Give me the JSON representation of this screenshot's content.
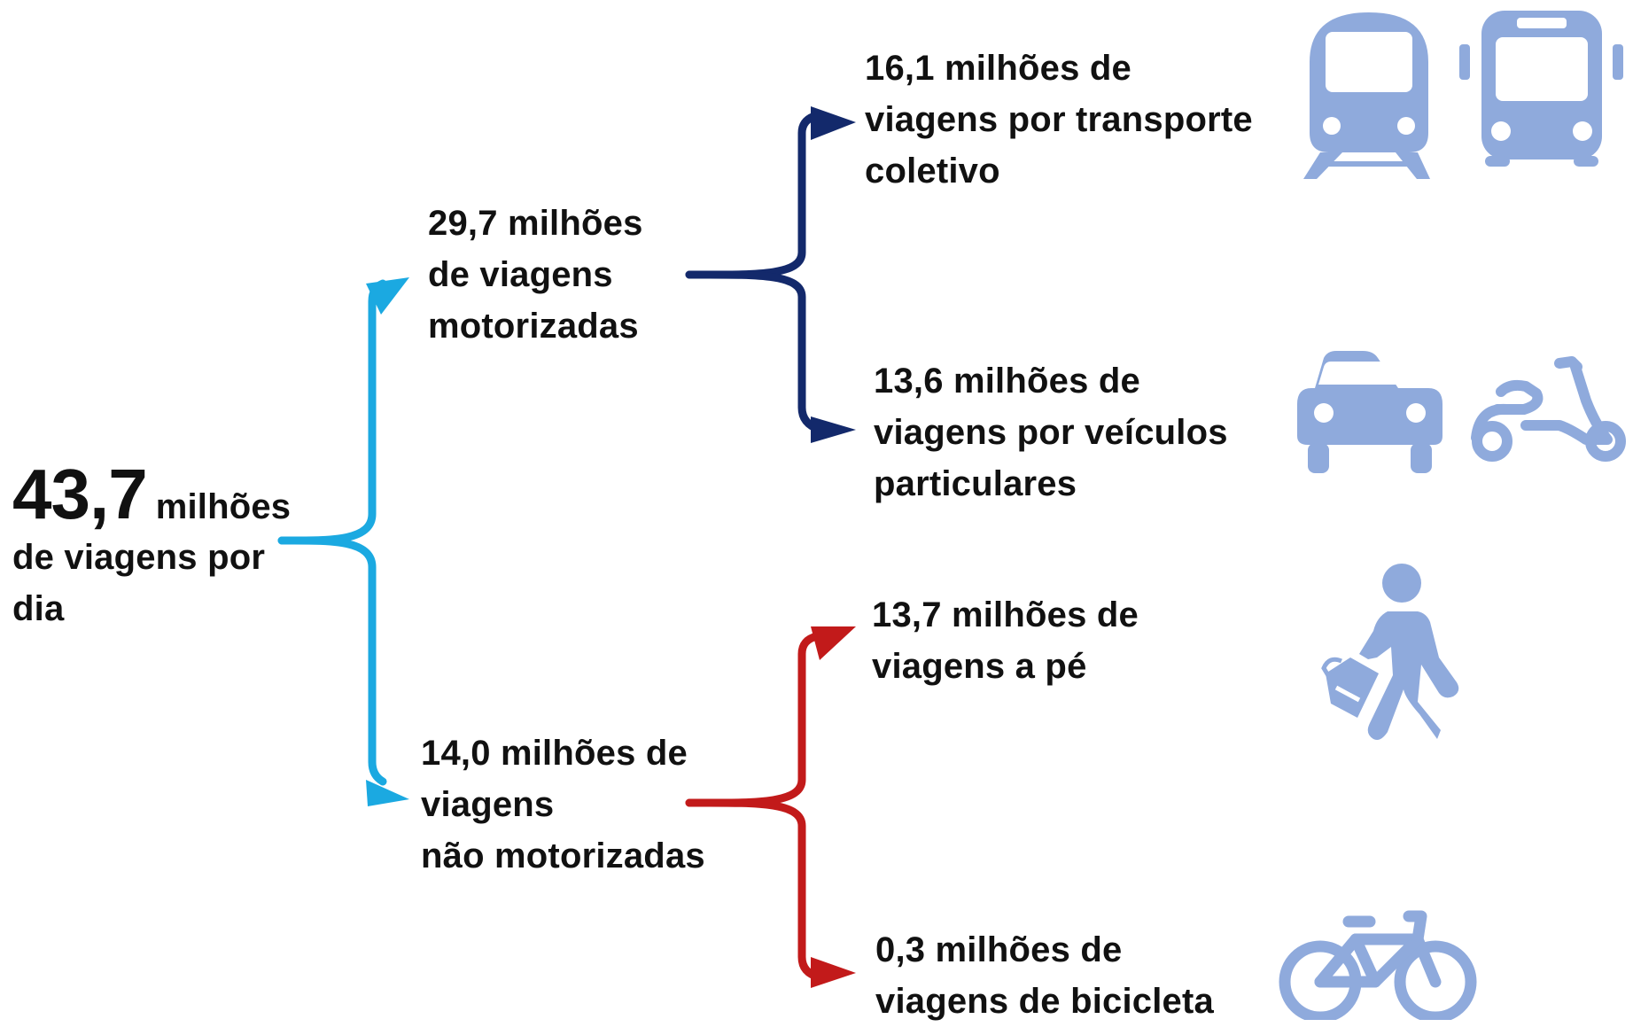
{
  "total": {
    "value": "43,7",
    "unit": "milhões",
    "rest": [
      "de viagens por",
      "dia"
    ]
  },
  "motorized": {
    "lines": [
      "29,7 milhões",
      "de viagens",
      "motorizadas"
    ]
  },
  "non_motorized": {
    "lines": [
      "14,0 milhões de",
      "viagens",
      "não motorizadas"
    ]
  },
  "leaves": {
    "transit": {
      "lines": [
        "16,1 milhões de",
        "viagens por transporte",
        "coletivo"
      ]
    },
    "private": {
      "lines": [
        "13,6 milhões de",
        "viagens por veículos",
        "particulares"
      ]
    },
    "walk": {
      "lines": [
        "13,7 milhões de",
        "viagens a pé"
      ]
    },
    "bike": {
      "lines": [
        "0,3 milhões de",
        "viagens de bicicleta"
      ]
    }
  },
  "icons": [
    "train-icon",
    "bus-icon",
    "car-icon",
    "scooter-icon",
    "pedestrian-icon",
    "bicycle-icon"
  ],
  "colors": {
    "root_bracket": "#1ba9e1",
    "motorized_bracket": "#13296b",
    "non_motorized_bracket": "#c21a1a",
    "icon": "#8faadc",
    "text": "#111111"
  }
}
